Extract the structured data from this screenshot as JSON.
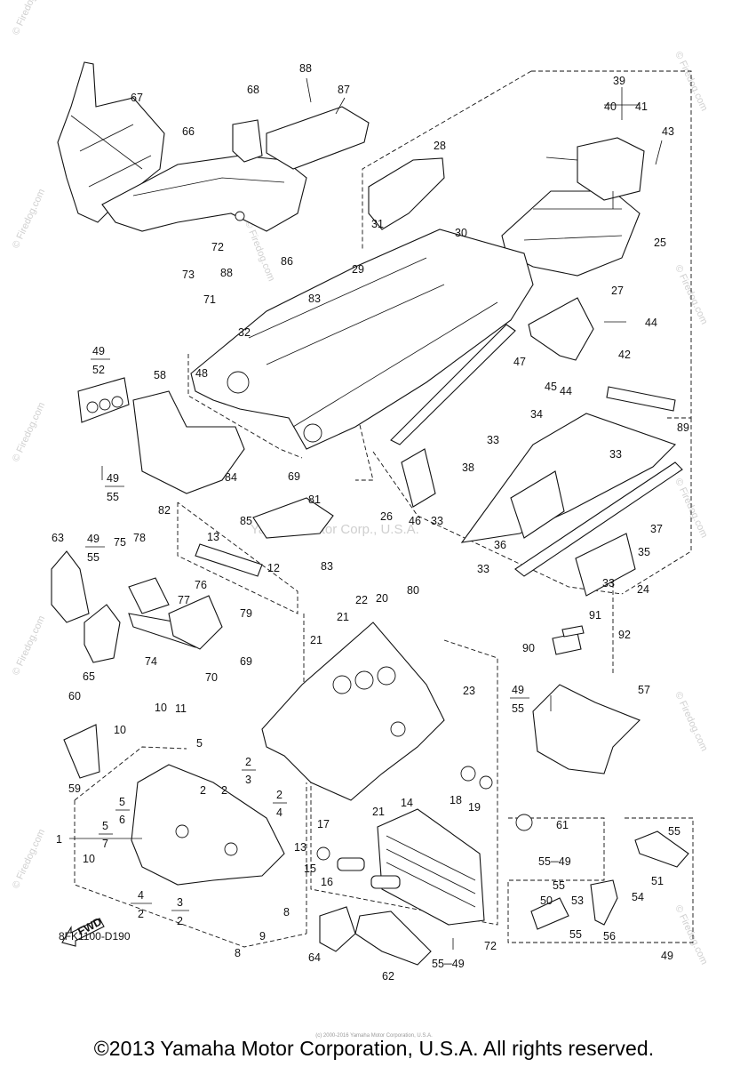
{
  "diagram_code": "8FK1100-D190",
  "copyright": "©2013 Yamaha Motor Corporation, U.S.A. All rights reserved.",
  "micro_copyright": "(c) 2000-2016 Yamaha Motor Corporation, U.S.A.",
  "watermark_center": "Yamaha Motor Corp., U.S.A.",
  "watermark_edge": "© Firedog.com",
  "watermark_mid": "© Firedog.com",
  "fwd_label": "FWD",
  "callouts": [
    {
      "id": "c88a",
      "text": "88"
    },
    {
      "id": "c87",
      "text": "87"
    },
    {
      "id": "c68",
      "text": "68"
    },
    {
      "id": "c67",
      "text": "67"
    },
    {
      "id": "c66",
      "text": "66"
    },
    {
      "id": "c39",
      "text": "39"
    },
    {
      "id": "c40",
      "text": "40"
    },
    {
      "id": "c41",
      "text": "41"
    },
    {
      "id": "c43",
      "text": "43"
    },
    {
      "id": "c28",
      "text": "28"
    },
    {
      "id": "c25",
      "text": "25"
    },
    {
      "id": "c31",
      "text": "31"
    },
    {
      "id": "c30",
      "text": "30"
    },
    {
      "id": "c72a",
      "text": "72"
    },
    {
      "id": "c73",
      "text": "73"
    },
    {
      "id": "c88b",
      "text": "88"
    },
    {
      "id": "c86",
      "text": "86"
    },
    {
      "id": "c29",
      "text": "29"
    },
    {
      "id": "c71",
      "text": "71"
    },
    {
      "id": "c83a",
      "text": "83"
    },
    {
      "id": "c27",
      "text": "27"
    },
    {
      "id": "c44a",
      "text": "44"
    },
    {
      "id": "c32",
      "text": "32"
    },
    {
      "id": "c42",
      "text": "42"
    },
    {
      "id": "c47",
      "text": "47"
    },
    {
      "id": "c45",
      "text": "45"
    },
    {
      "id": "c44b",
      "text": "44"
    },
    {
      "id": "c89",
      "text": "89"
    },
    {
      "id": "c48",
      "text": "48"
    },
    {
      "id": "c58",
      "text": "58"
    },
    {
      "id": "c33a",
      "text": "33"
    },
    {
      "id": "c34",
      "text": "34"
    },
    {
      "id": "c33b",
      "text": "33"
    },
    {
      "id": "c84",
      "text": "84"
    },
    {
      "id": "c69a",
      "text": "69"
    },
    {
      "id": "c81",
      "text": "81"
    },
    {
      "id": "c38",
      "text": "38"
    },
    {
      "id": "c26",
      "text": "26"
    },
    {
      "id": "c46",
      "text": "46"
    },
    {
      "id": "c33c",
      "text": "33"
    },
    {
      "id": "c36",
      "text": "36"
    },
    {
      "id": "c37",
      "text": "37"
    },
    {
      "id": "c85",
      "text": "85"
    },
    {
      "id": "c82",
      "text": "82"
    },
    {
      "id": "c13a",
      "text": "13"
    },
    {
      "id": "c12",
      "text": "12"
    },
    {
      "id": "c83b",
      "text": "83"
    },
    {
      "id": "c63",
      "text": "63"
    },
    {
      "id": "c75",
      "text": "75"
    },
    {
      "id": "c78",
      "text": "78"
    },
    {
      "id": "c35",
      "text": "35"
    },
    {
      "id": "c33d",
      "text": "33"
    },
    {
      "id": "c33e",
      "text": "33"
    },
    {
      "id": "c24",
      "text": "24"
    },
    {
      "id": "c77",
      "text": "77"
    },
    {
      "id": "c76",
      "text": "76"
    },
    {
      "id": "c22",
      "text": "22"
    },
    {
      "id": "c20",
      "text": "20"
    },
    {
      "id": "c80",
      "text": "80"
    },
    {
      "id": "c21a",
      "text": "21"
    },
    {
      "id": "c79",
      "text": "79"
    },
    {
      "id": "c91",
      "text": "91"
    },
    {
      "id": "c65",
      "text": "65"
    },
    {
      "id": "c74",
      "text": "74"
    },
    {
      "id": "c21b",
      "text": "21"
    },
    {
      "id": "c90",
      "text": "90"
    },
    {
      "id": "c92",
      "text": "92"
    },
    {
      "id": "c69b",
      "text": "69"
    },
    {
      "id": "c70",
      "text": "70"
    },
    {
      "id": "c23",
      "text": "23"
    },
    {
      "id": "c57",
      "text": "57"
    },
    {
      "id": "c60",
      "text": "60"
    },
    {
      "id": "c10a",
      "text": "10"
    },
    {
      "id": "c11",
      "text": "11"
    },
    {
      "id": "c10b",
      "text": "10"
    },
    {
      "id": "c5a",
      "text": "5"
    },
    {
      "id": "c59",
      "text": "59"
    },
    {
      "id": "c2a",
      "text": "2"
    },
    {
      "id": "c2b",
      "text": "2"
    },
    {
      "id": "c18",
      "text": "18"
    },
    {
      "id": "c19",
      "text": "19"
    },
    {
      "id": "c14",
      "text": "14"
    },
    {
      "id": "c21c",
      "text": "21"
    },
    {
      "id": "c61",
      "text": "61"
    },
    {
      "id": "c1",
      "text": "1"
    },
    {
      "id": "c17",
      "text": "17"
    },
    {
      "id": "c13b",
      "text": "13"
    },
    {
      "id": "c55a",
      "text": "55"
    },
    {
      "id": "c10c",
      "text": "10"
    },
    {
      "id": "c15",
      "text": "15"
    },
    {
      "id": "c16",
      "text": "16"
    },
    {
      "id": "c8a",
      "text": "8"
    },
    {
      "id": "c51",
      "text": "51"
    },
    {
      "id": "c55c",
      "text": "55"
    },
    {
      "id": "c50",
      "text": "50"
    },
    {
      "id": "c53",
      "text": "53"
    },
    {
      "id": "c54",
      "text": "54"
    },
    {
      "id": "c9",
      "text": "9"
    },
    {
      "id": "c55d",
      "text": "55"
    },
    {
      "id": "c56",
      "text": "56"
    },
    {
      "id": "c72b",
      "text": "72"
    },
    {
      "id": "c64",
      "text": "64"
    },
    {
      "id": "c8b",
      "text": "8"
    },
    {
      "id": "c49e",
      "text": "49"
    },
    {
      "id": "c62",
      "text": "62"
    }
  ],
  "fractions": [
    {
      "id": "f4952",
      "num": "49",
      "den": "52"
    },
    {
      "id": "f4955a",
      "num": "49",
      "den": "55"
    },
    {
      "id": "f4955b",
      "num": "49",
      "den": "55"
    },
    {
      "id": "f4955c",
      "num": "49",
      "den": "55"
    },
    {
      "id": "f56",
      "num": "5",
      "den": "6"
    },
    {
      "id": "f57",
      "num": "5",
      "den": "7"
    },
    {
      "id": "f23",
      "num": "2",
      "den": "3"
    },
    {
      "id": "f24",
      "num": "2",
      "den": "4"
    },
    {
      "id": "f42",
      "num": "4",
      "den": "2"
    },
    {
      "id": "f32",
      "num": "3",
      "den": "2"
    }
  ],
  "ranges": [
    {
      "id": "r5549a",
      "text": "55─49"
    },
    {
      "id": "r5549b",
      "text": "55─49"
    }
  ]
}
